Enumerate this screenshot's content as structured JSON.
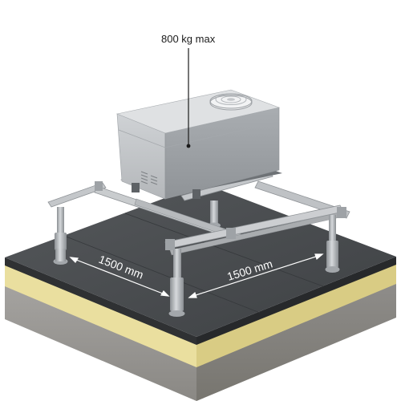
{
  "annotations": {
    "load_label": "800 kg max",
    "dim_left": "1500 mm",
    "dim_right": "1500 mm"
  },
  "colors": {
    "roof_top": "#4a4d50",
    "insulation": "#e9dd9e",
    "concrete": "#9a9895",
    "frame": "#b9bcbf",
    "unit_body": "#c4c7ca"
  }
}
